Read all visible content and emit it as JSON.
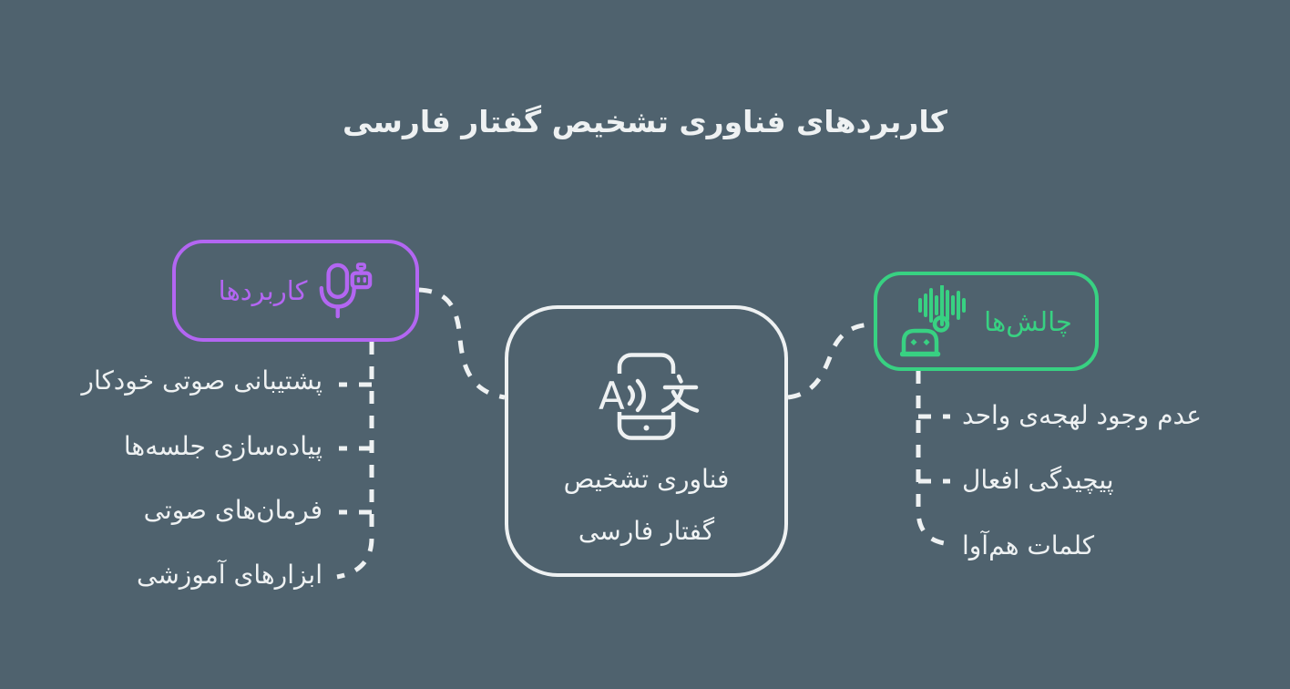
{
  "title": "کاربردهای فناوری تشخیص گفتار فارسی",
  "colors": {
    "background": "#4f626e",
    "text": "#eef1f2",
    "applications_accent": "#b366f2",
    "challenges_accent": "#38d182"
  },
  "center_node": {
    "icon": "speech-to-text-phone-icon",
    "label_lines": [
      "فناوری تشخیص",
      "گفتار فارسی"
    ]
  },
  "applications_node": {
    "label": "کاربردها",
    "icon": "microphone-robot-icon",
    "items": [
      "پشتیبانی صوتی خودکار",
      "پیاده‌سازی جلسه‌ها",
      "فرمان‌های صوتی",
      "ابزارهای آموزشی"
    ]
  },
  "challenges_node": {
    "label": "چالش‌ها",
    "icon": "robot-soundwave-icon",
    "items": [
      "عدم وجود لهجه‌ی واحد",
      "پیچیدگی افعال",
      "کلمات هم‌آوا"
    ]
  }
}
